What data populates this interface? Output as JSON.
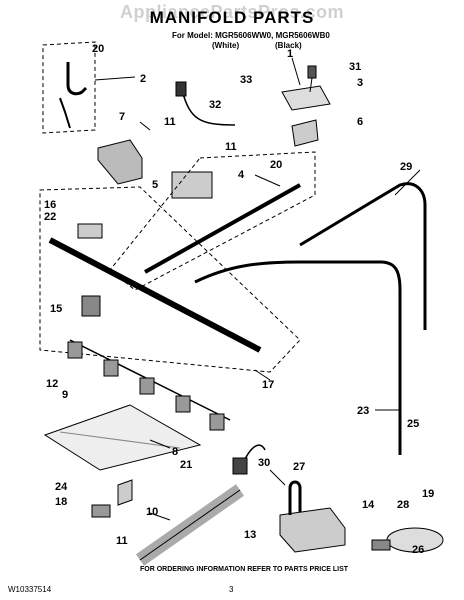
{
  "watermark": "AppliancePartsPros.com",
  "title": "MANIFOLD PARTS",
  "model_line": "For Model: MGR5606WW0, MGR5606WB0",
  "variant_white": "(White)",
  "variant_black": "(Black)",
  "footer": "FOR ORDERING INFORMATION REFER TO PARTS PRICE LIST",
  "doc_number": "W10337514",
  "page_number": "3",
  "callouts": {
    "c20a": "20",
    "c2": "2",
    "c33": "33",
    "c32": "32",
    "c1": "1",
    "c31": "31",
    "c3": "3",
    "c7": "7",
    "c11a": "11",
    "c6": "6",
    "c11b": "11",
    "c5": "5",
    "c20b": "20",
    "c4": "4",
    "c29": "29",
    "c16": "16",
    "c22": "22",
    "c15": "15",
    "c12": "12",
    "c9": "9",
    "c17": "17",
    "c23": "23",
    "c8": "8",
    "c21": "21",
    "c30": "30",
    "c25": "25",
    "c27": "27",
    "c24": "24",
    "c18": "18",
    "c14": "14",
    "c28": "28",
    "c19": "19",
    "c10": "10",
    "c11c": "11",
    "c13": "13",
    "c26": "26"
  }
}
